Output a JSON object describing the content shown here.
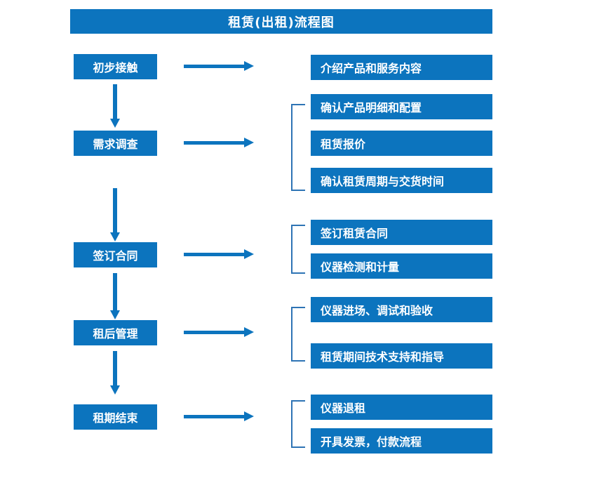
{
  "header": {
    "title": "租赁(出租)流程图"
  },
  "diagram": {
    "type": "flowchart",
    "accent_color": "#0C74BE",
    "bracket_color": "#2E74B5",
    "text_color": "#FFFFFF",
    "background_color": "#FFFFFF",
    "stages": [
      {
        "id": "stage-1",
        "label": "初步接触",
        "details": [
          "介绍产品和服务内容"
        ]
      },
      {
        "id": "stage-2",
        "label": "需求调查",
        "details": [
          "确认产品明细和配置",
          "租赁报价",
          "确认租赁周期与交货时间"
        ]
      },
      {
        "id": "stage-3",
        "label": "签订合同",
        "details": [
          "签订租赁合同",
          "仪器检测和计量"
        ]
      },
      {
        "id": "stage-4",
        "label": "租后管理",
        "details": [
          "仪器进场、调试和验收",
          "租赁期间技术支持和指导"
        ]
      },
      {
        "id": "stage-5",
        "label": "租期结束",
        "details": [
          "仪器退租",
          "开具发票，付款流程"
        ]
      }
    ],
    "icons": {
      "flow_arrow": "right-arrow-icon",
      "sequence_arrow": "down-arrow-icon",
      "group_bracket": "bracket-icon"
    }
  }
}
